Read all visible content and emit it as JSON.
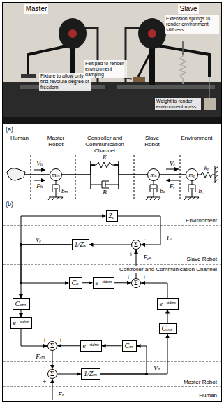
{
  "diagram": {
    "nodes": [
      {
        "text": [
          "mₘ"
        ]
      },
      {
        "text": [
          "mₛ"
        ]
      },
      {
        "text": [
          "mₑ"
        ]
      },
      {
        "text": [
          "Zₑ"
        ]
      },
      {
        "text": [
          "Σ"
        ]
      },
      {
        "text": [
          "1/Zₛ"
        ]
      },
      {
        "text": [
          "Cₛ"
        ]
      },
      {
        "text": [
          "e⁻ˢᵗᵈˢᵐ"
        ]
      },
      {
        "text": [
          "Σ"
        ]
      },
      {
        "text": [
          "Cₛₘ"
        ]
      },
      {
        "text": [
          "e⁻ˢᵗᵈᵐˢ"
        ]
      },
      {
        "text": [
          "e⁻ˢᵗᵈˢᵐ"
        ]
      },
      {
        "text": [
          "Cₘₛ"
        ]
      },
      {
        "text": [
          "Σ"
        ]
      },
      {
        "text": [
          "e⁻ˢᵗᵈᵐˢ"
        ]
      },
      {
        "text": [
          "Cₘ"
        ]
      },
      {
        "text": [
          "Σ"
        ]
      },
      {
        "text": [
          "1/Zₘ"
        ]
      }
    ],
    "edges": [
      {
        "from": 0,
        "to": 1,
        "arrow": "none"
      },
      {
        "from": 1,
        "to": 2,
        "arrow": "none"
      },
      {
        "from": 4,
        "to": 5,
        "arrow": "to"
      },
      {
        "from": 5,
        "to": 3,
        "arrow": "to"
      },
      {
        "from": 3,
        "to": 4,
        "arrow": "to"
      },
      {
        "from": 5,
        "to": 9,
        "arrow": "to"
      },
      {
        "from": 5,
        "to": 6,
        "arrow": "to"
      },
      {
        "from": 6,
        "to": 7,
        "arrow": "to"
      },
      {
        "from": 7,
        "to": 8,
        "arrow": "to"
      },
      {
        "from": 8,
        "to": 4,
        "arrow": "to"
      },
      {
        "from": 9,
        "to": 11,
        "arrow": "to"
      },
      {
        "from": 11,
        "to": 13,
        "arrow": "to"
      },
      {
        "from": 15,
        "to": 14,
        "arrow": "to"
      },
      {
        "from": 14,
        "to": 13,
        "arrow": "to"
      },
      {
        "from": 13,
        "to": 16,
        "arrow": "to"
      },
      {
        "from": 16,
        "to": 17,
        "arrow": "to"
      },
      {
        "from": 17,
        "to": 15,
        "arrow": "to"
      },
      {
        "from": 17,
        "to": 12,
        "arrow": "to"
      },
      {
        "from": 12,
        "to": 10,
        "arrow": "to"
      },
      {
        "from": 10,
        "to": 8,
        "arrow": "to"
      }
    ],
    "labels": [
      "Master",
      "Slave",
      "Extension springs to render environment stiffness",
      "Fixture to allow only first revolute degree of freedom",
      "Felt pad to render environment damping",
      "Weight to render environment mass",
      "(a)",
      "Human",
      "Master Robot",
      "Controller and Communication Channel",
      "Slave Robot",
      "Environment",
      "Vₕ",
      "Fₕ",
      "K",
      "B",
      "bₘ",
      "Vₑ",
      "Fₑ",
      "bₛ",
      "kₑ",
      "bₑ",
      "(b)",
      "Environment",
      "Vₑ",
      "Fₑ",
      "−",
      "+",
      "Fₑₛ",
      "Slave Robot",
      "Controller and Communication Channel",
      "+",
      "+",
      "+",
      "+",
      "Fₑₘ",
      "Master Robot",
      "−",
      "Vₕ",
      "+",
      "Fₕ",
      "Human"
    ]
  }
}
